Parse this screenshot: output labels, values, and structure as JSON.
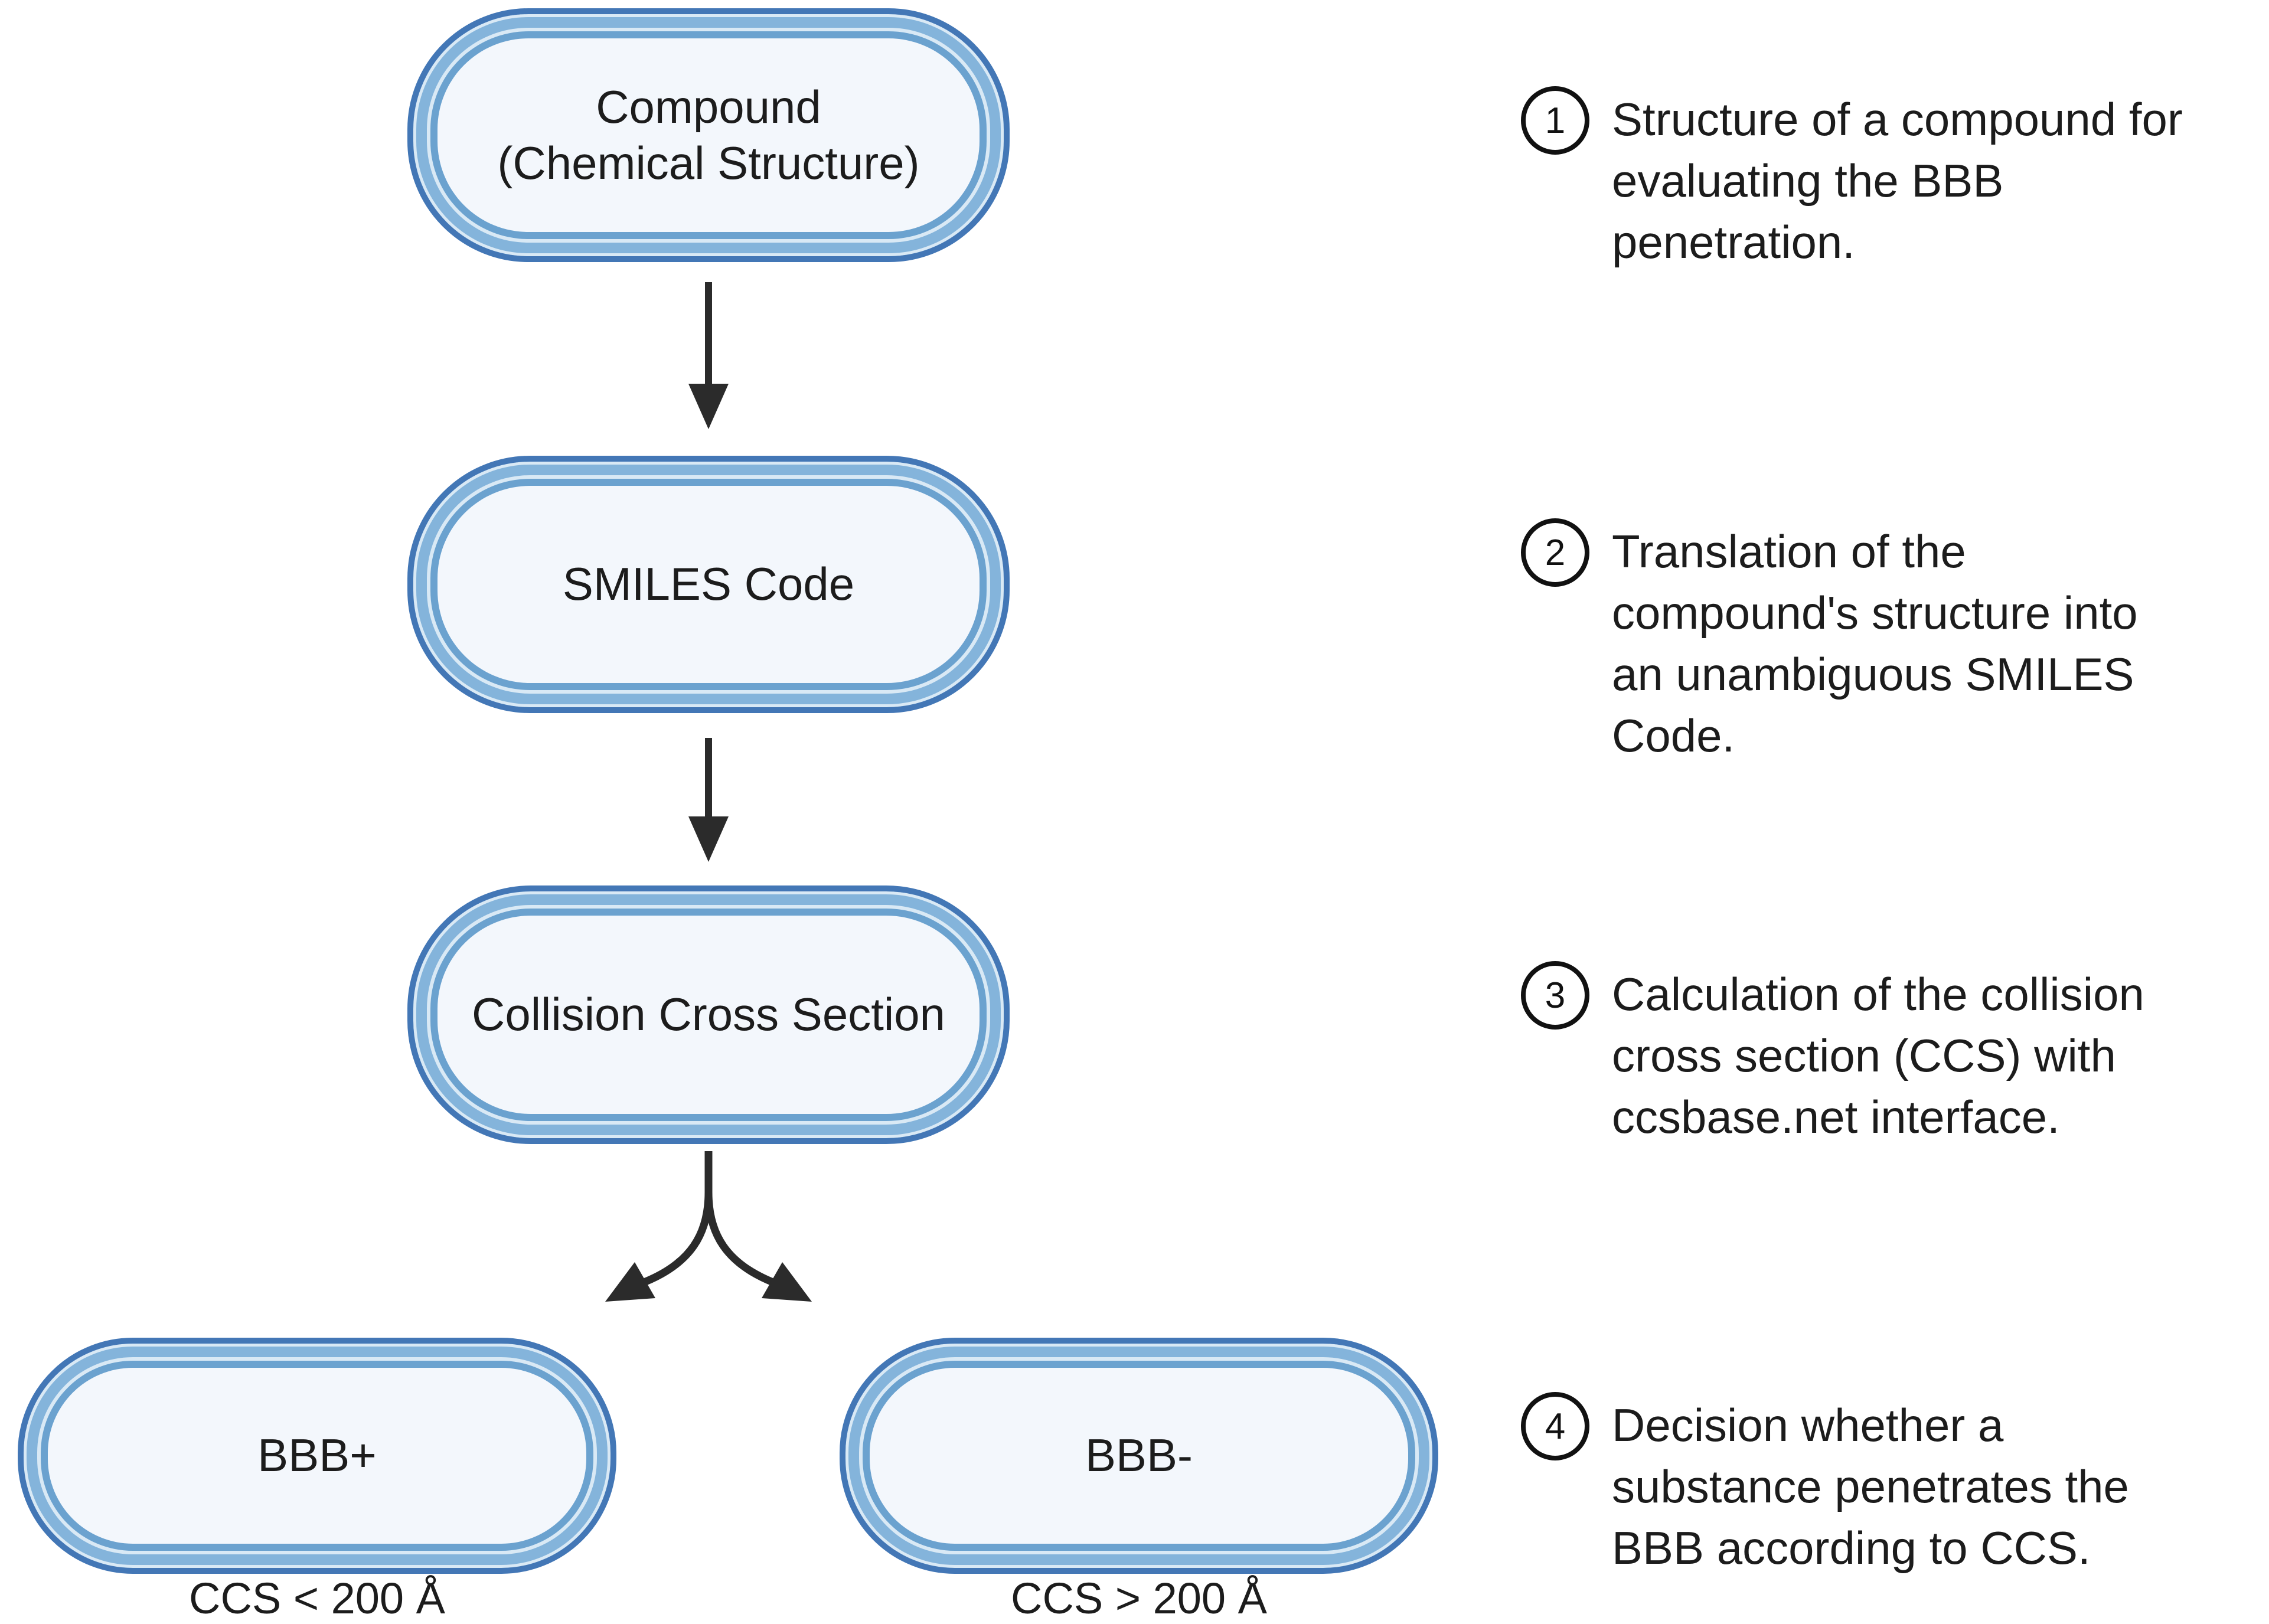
{
  "figure": {
    "type": "flowchart",
    "nodes": [
      {
        "id": "compound",
        "label": "Compound\n(Chemical Structure)"
      },
      {
        "id": "smiles",
        "label": "SMILES Code"
      },
      {
        "id": "ccs",
        "label": "Collision Cross Section"
      },
      {
        "id": "bbb_plus",
        "label": "BBB+",
        "caption": "CCS < 200 Å"
      },
      {
        "id": "bbb_minus",
        "label": "BBB-",
        "caption": "CCS > 200 Å"
      }
    ],
    "edges": [
      {
        "from": "compound",
        "to": "smiles"
      },
      {
        "from": "smiles",
        "to": "ccs"
      },
      {
        "from": "ccs",
        "to": "bbb_plus"
      },
      {
        "from": "ccs",
        "to": "bbb_minus"
      }
    ]
  },
  "annotations": [
    {
      "number": "1",
      "text": "Structure of a compound for\nevaluating the BBB\npenetration."
    },
    {
      "number": "2",
      "text": "Translation of the\ncompound's structure into\nan unambiguous SMILES\nCode."
    },
    {
      "number": "3",
      "text": "Calculation of the collision\ncross section (CCS) with\nccsbase.net interface."
    },
    {
      "number": "4",
      "text": "Decision whether a\nsubstance penetrates the\nBBB according to CCS."
    }
  ],
  "colors": {
    "node-border": "#4377b6",
    "ring-light": "#84b4db",
    "ring-pale": "#d9e9f5",
    "ring-medium": "#6ba2cf",
    "node-fill": "#f3f7fc",
    "arrow": "#2b2b2b",
    "text": "#1c1c1c",
    "bg": "#ffffff"
  }
}
